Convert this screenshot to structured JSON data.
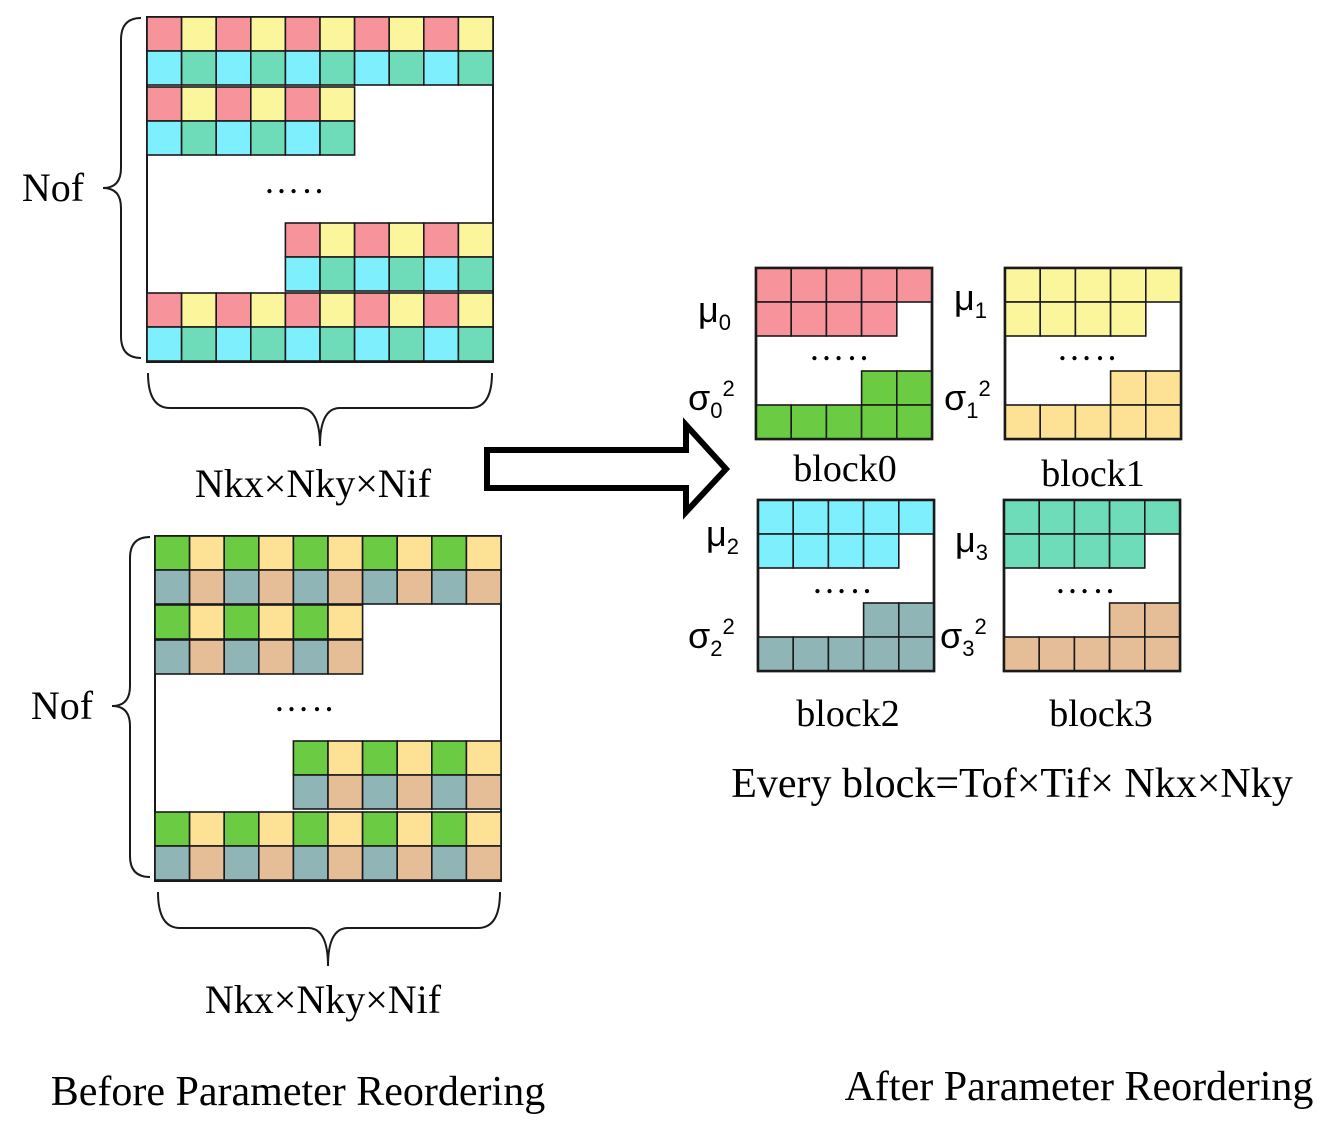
{
  "colors": {
    "red": "#f7939a",
    "yellow": "#fbf59c",
    "cyan": "#7eeffc",
    "teal": "#6fdcb9",
    "green": "#6bcc44",
    "light_orange": "#fde194",
    "slate": "#8fb5b7",
    "tan": "#e5bd97",
    "stroke": "#1a1a1a"
  },
  "before": {
    "top_matrix": {
      "side_label": "Nof",
      "bottom_label": "Nkx×Nky×Nif",
      "ellipsis": "….."
    },
    "bottom_matrix": {
      "side_label": "Nof",
      "bottom_label": "Nkx×Nky×Nif",
      "ellipsis": "….."
    },
    "caption": "Before Parameter Reordering"
  },
  "after": {
    "blocks": [
      {
        "name": "block0",
        "mu": "μ",
        "mu_sub": "0",
        "sigma": "σ",
        "sigma_sub": "0",
        "sigma_sup": "2",
        "ellipsis": "….."
      },
      {
        "name": "block1",
        "mu": "μ",
        "mu_sub": "1",
        "sigma": "σ",
        "sigma_sub": "1",
        "sigma_sup": "2",
        "ellipsis": "….."
      },
      {
        "name": "block2",
        "mu": "μ",
        "mu_sub": "2",
        "sigma": "σ",
        "sigma_sub": "2",
        "sigma_sup": "2",
        "ellipsis": "….."
      },
      {
        "name": "block3",
        "mu": "μ",
        "mu_sub": "3",
        "sigma": "σ",
        "sigma_sub": "3",
        "sigma_sup": "2",
        "ellipsis": "….."
      }
    ],
    "formula": "Every block=Tof×Tif× Nkx×Nky",
    "caption": "After Parameter Reordering"
  }
}
